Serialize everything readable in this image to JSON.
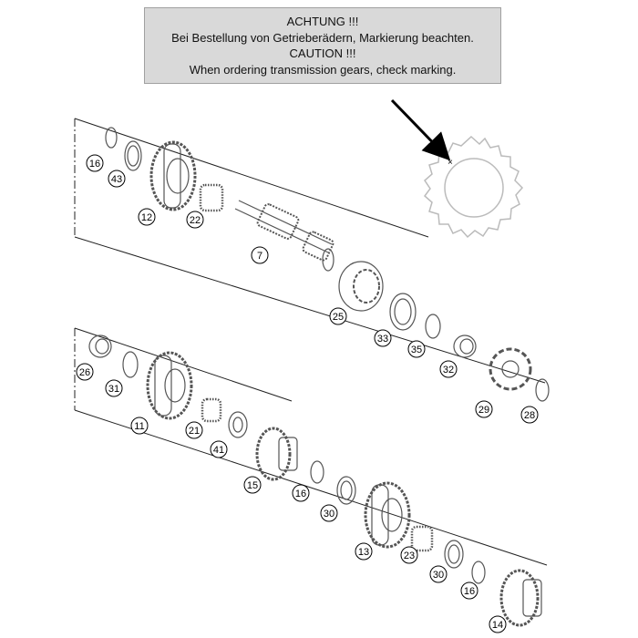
{
  "notice": {
    "line1": "ACHTUNG !!!",
    "line2": "Bei Bestellung von Getrieberädern, Markierung beachten.",
    "line3": "CAUTION !!!",
    "line4": "When ordering transmission gears, check marking."
  },
  "callouts": {
    "c16a": "16",
    "c43": "43",
    "c12": "12",
    "c22": "22",
    "c7": "7",
    "c25": "25",
    "c33": "33",
    "c35": "35",
    "c32": "32",
    "c29": "29",
    "c28": "28",
    "c26": "26",
    "c31": "31",
    "c11": "11",
    "c21": "21",
    "c41": "41",
    "c15": "15",
    "c16b": "16",
    "c30a": "30",
    "c13": "13",
    "c23": "23",
    "c30b": "30",
    "c16c": "16",
    "c14": "14"
  },
  "marking_symbol": "×",
  "colors": {
    "notice_bg": "#d9d9d9",
    "line": "#000000",
    "part_stroke": "#444444"
  }
}
